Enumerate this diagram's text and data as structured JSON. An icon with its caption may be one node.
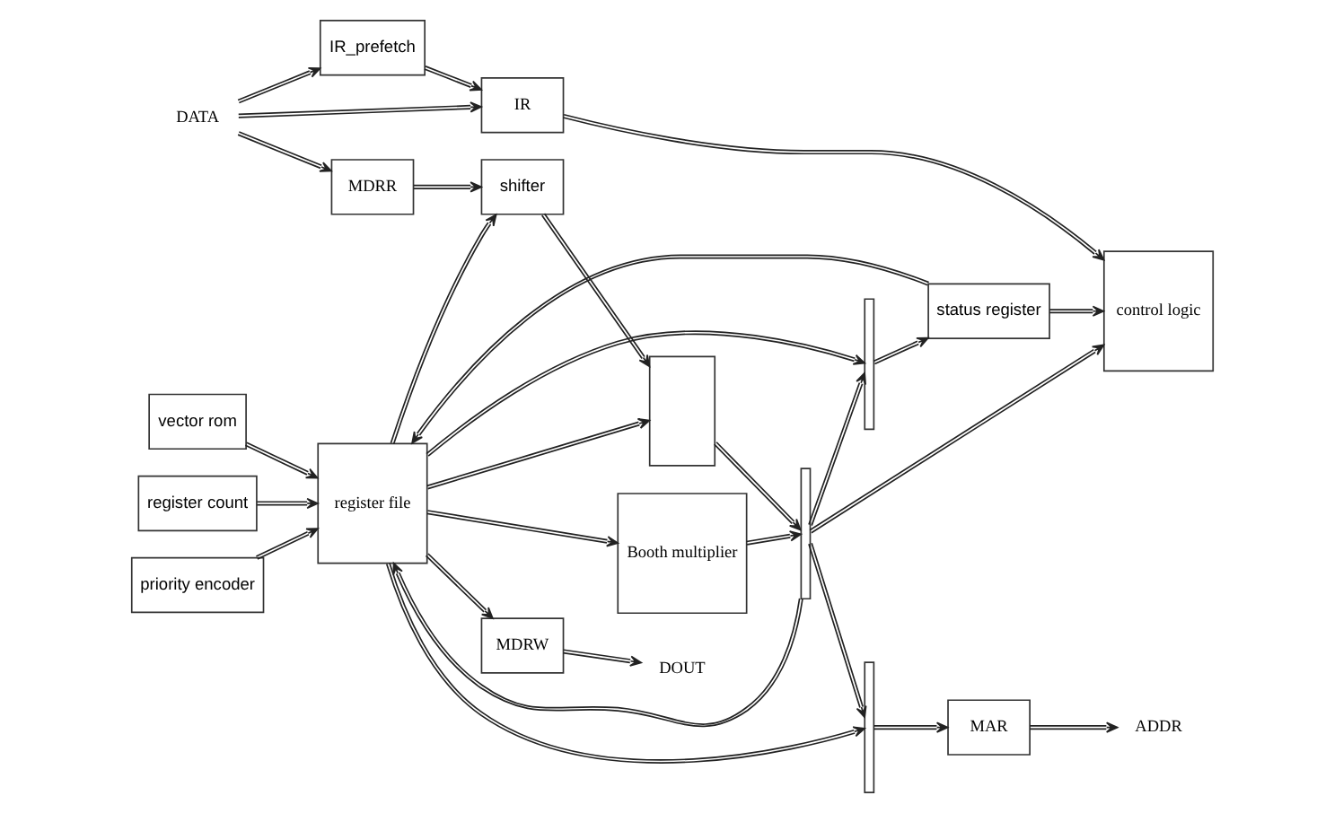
{
  "diagram": {
    "nodes": [
      {
        "text": [
          "priority encoder"
        ]
      },
      {
        "text": [
          "vector rom"
        ]
      },
      {
        "text": [
          "register file"
        ]
      },
      {
        "text": [
          "control logic"
        ]
      },
      {
        "text": [
          "shifter"
        ]
      },
      {
        "text": [],
        "shape": "trapezoid"
      },
      {
        "text": [
          "register count"
        ]
      },
      {
        "text": [
          "Booth multiplier"
        ]
      },
      {
        "text": [
          "status register"
        ]
      },
      {
        "text": [],
        "shape": "bar"
      },
      {
        "text": [],
        "shape": "bar"
      },
      {
        "text": [],
        "shape": "bar"
      },
      {
        "text": [
          "MDRW"
        ]
      },
      {
        "text": [
          "IR"
        ]
      },
      {
        "text": [
          "IR_prefetch"
        ]
      },
      {
        "text": [
          "MDRR"
        ]
      },
      {
        "text": [
          "MAR"
        ]
      },
      {
        "text": [
          "DOUT"
        ]
      },
      {
        "text": [
          "DATA"
        ]
      },
      {
        "text": [
          "ADDR"
        ]
      }
    ],
    "edges": [
      {
        "from": 0,
        "to": 2,
        "arrow": "to"
      },
      {
        "from": 1,
        "to": 2,
        "arrow": "to"
      },
      {
        "from": 2,
        "to": 5,
        "arrow": "to"
      },
      {
        "from": 2,
        "to": 4,
        "arrow": "to"
      },
      {
        "from": 4,
        "to": 5,
        "arrow": "to"
      },
      {
        "from": 2,
        "to": 7,
        "arrow": "to"
      },
      {
        "from": 5,
        "to": 9,
        "arrow": "to"
      },
      {
        "from": 7,
        "to": 9,
        "arrow": "to"
      },
      {
        "from": 9,
        "to": 10,
        "arrow": "to"
      },
      {
        "from": 2,
        "to": 10,
        "arrow": "to"
      },
      {
        "from": 10,
        "to": 8,
        "arrow": "to"
      },
      {
        "from": 8,
        "to": 2,
        "arrow": "to"
      },
      {
        "from": 6,
        "to": 2,
        "arrow": "to"
      },
      {
        "from": 9,
        "to": 2,
        "arrow": "to"
      },
      {
        "from": 9,
        "to": 3,
        "arrow": "to"
      },
      {
        "from": 8,
        "to": 3,
        "arrow": "to"
      },
      {
        "from": 13,
        "to": 3,
        "arrow": "to"
      },
      {
        "from": 9,
        "to": 11,
        "arrow": "to"
      },
      {
        "from": 2,
        "to": 11,
        "arrow": "to"
      },
      {
        "from": 2,
        "to": 12,
        "arrow": "to"
      },
      {
        "from": 15,
        "to": 4,
        "arrow": "to"
      },
      {
        "from": 12,
        "to": 17,
        "arrow": "to"
      },
      {
        "from": 18,
        "to": 13,
        "arrow": "to"
      },
      {
        "from": 18,
        "to": 14,
        "arrow": "to"
      },
      {
        "from": 18,
        "to": 15,
        "arrow": "to"
      },
      {
        "from": 14,
        "to": 13,
        "arrow": "to"
      },
      {
        "from": 11,
        "to": 16,
        "arrow": "to"
      },
      {
        "from": 16,
        "to": 19,
        "arrow": "to"
      }
    ]
  }
}
